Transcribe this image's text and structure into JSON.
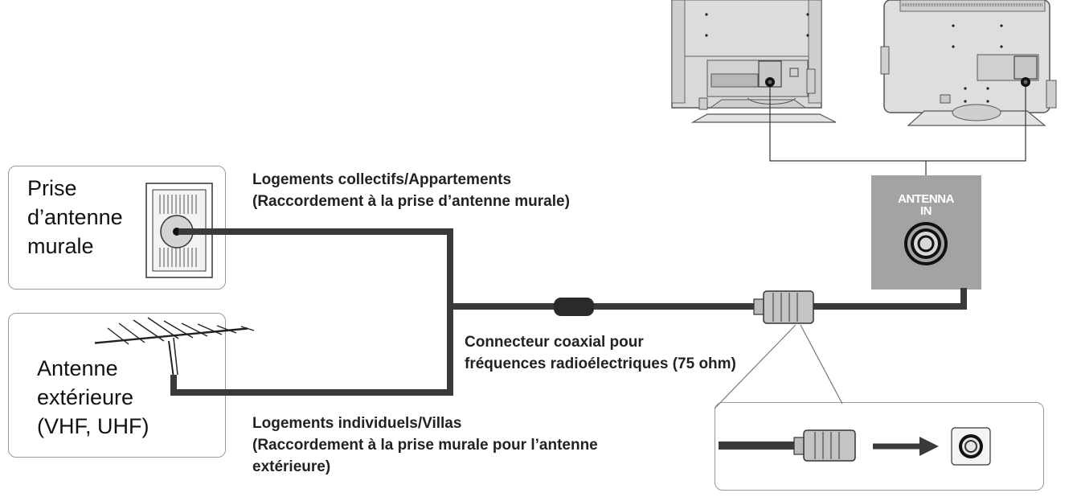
{
  "wall_outlet": {
    "label": "Prise\nd’antenne\nmurale"
  },
  "outdoor_antenna": {
    "label": "Antenne\nextérieure\n(VHF, UHF)"
  },
  "captions": {
    "apartments": "Logements collectifs/Appartements\n(Raccordement à la prise d’antenne murale)",
    "rf_connector": "Connecteur coaxial pour\nfréquences radioélectriques (75 ohm)",
    "houses": "Logements individuels/Villas\n(Raccordement à la prise murale pour l’antenne\nextérieure)"
  },
  "antenna_jack": {
    "label": "ANTENNA\nIN"
  },
  "colors": {
    "cable": "#3a3a3a",
    "jack_panel": "#a3a3a3",
    "tv_body": "#d9d9d9",
    "box_border": "#9a9a9a"
  }
}
